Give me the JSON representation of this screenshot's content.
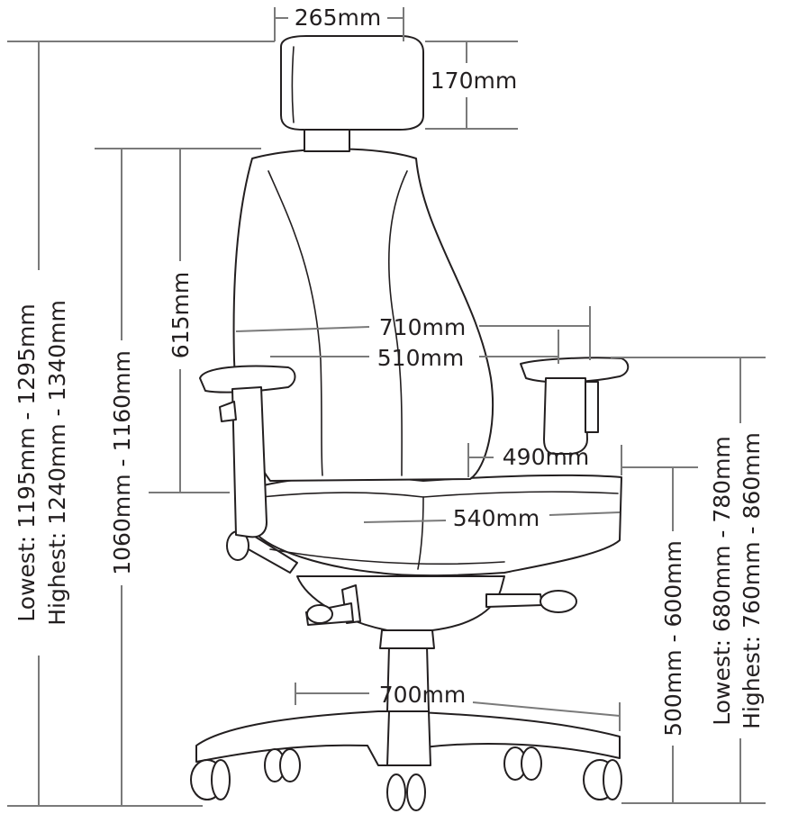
{
  "diagram": {
    "labels": {
      "headrest_width": "265mm",
      "headrest_height": "170mm",
      "back_height": "615mm",
      "arm_outer_width": "710mm",
      "arm_inner_width": "510mm",
      "seat_depth": "490mm",
      "seat_width": "540mm",
      "base_width": "700mm",
      "seat_height": "500mm - 600mm",
      "arm_height_lowest": "Lowest: 680mm - 780mm",
      "arm_height_highest": "Highest: 760mm - 860mm",
      "back_total_height": "1060mm - 1160mm",
      "total_height_lowest": "Lowest: 1195mm - 1295mm",
      "total_height_highest": "Highest: 1240mm - 1340mm"
    },
    "colors": {
      "line": "#7a7a7a",
      "outline": "#231f20",
      "text": "#231f20"
    }
  }
}
